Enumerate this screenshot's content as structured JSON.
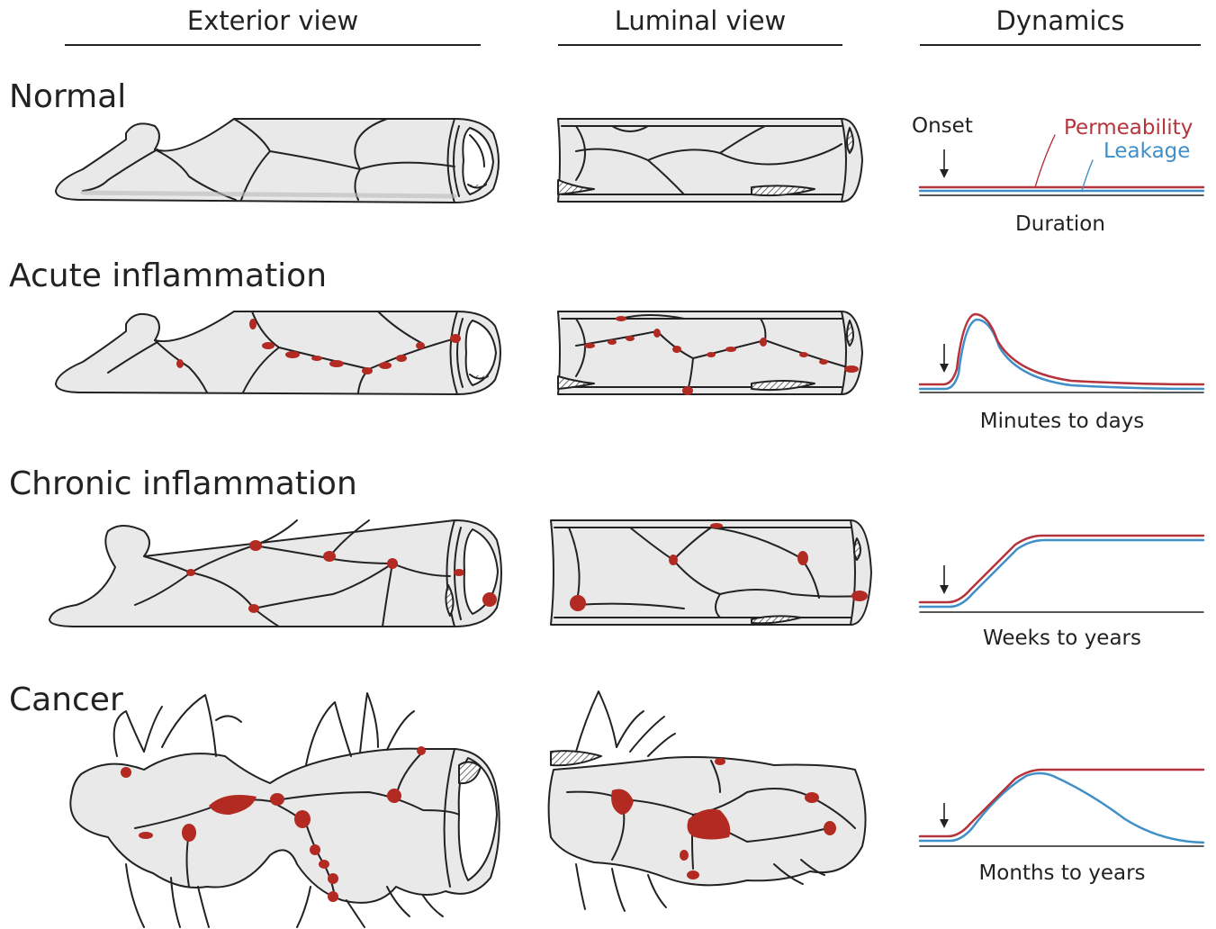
{
  "columns": {
    "exterior": "Exterior view",
    "luminal": "Luminal view",
    "dynamics": "Dynamics"
  },
  "rows": [
    {
      "label": "Normal",
      "duration": "Duration"
    },
    {
      "label": "Acute inflammation",
      "duration": "Minutes to days"
    },
    {
      "label": "Chronic inflammation",
      "duration": "Weeks to years"
    },
    {
      "label": "Cancer",
      "duration": "Months to years"
    }
  ],
  "dynamics_labels": {
    "onset": "Onset",
    "permeability": "Permeability",
    "leakage": "Leakage"
  },
  "colors": {
    "permeability": "#b5333a",
    "leakage": "#3f8fc8",
    "lesion": "#b22a22",
    "vessel_fill": "#e9e9e9",
    "outline": "#222222"
  }
}
